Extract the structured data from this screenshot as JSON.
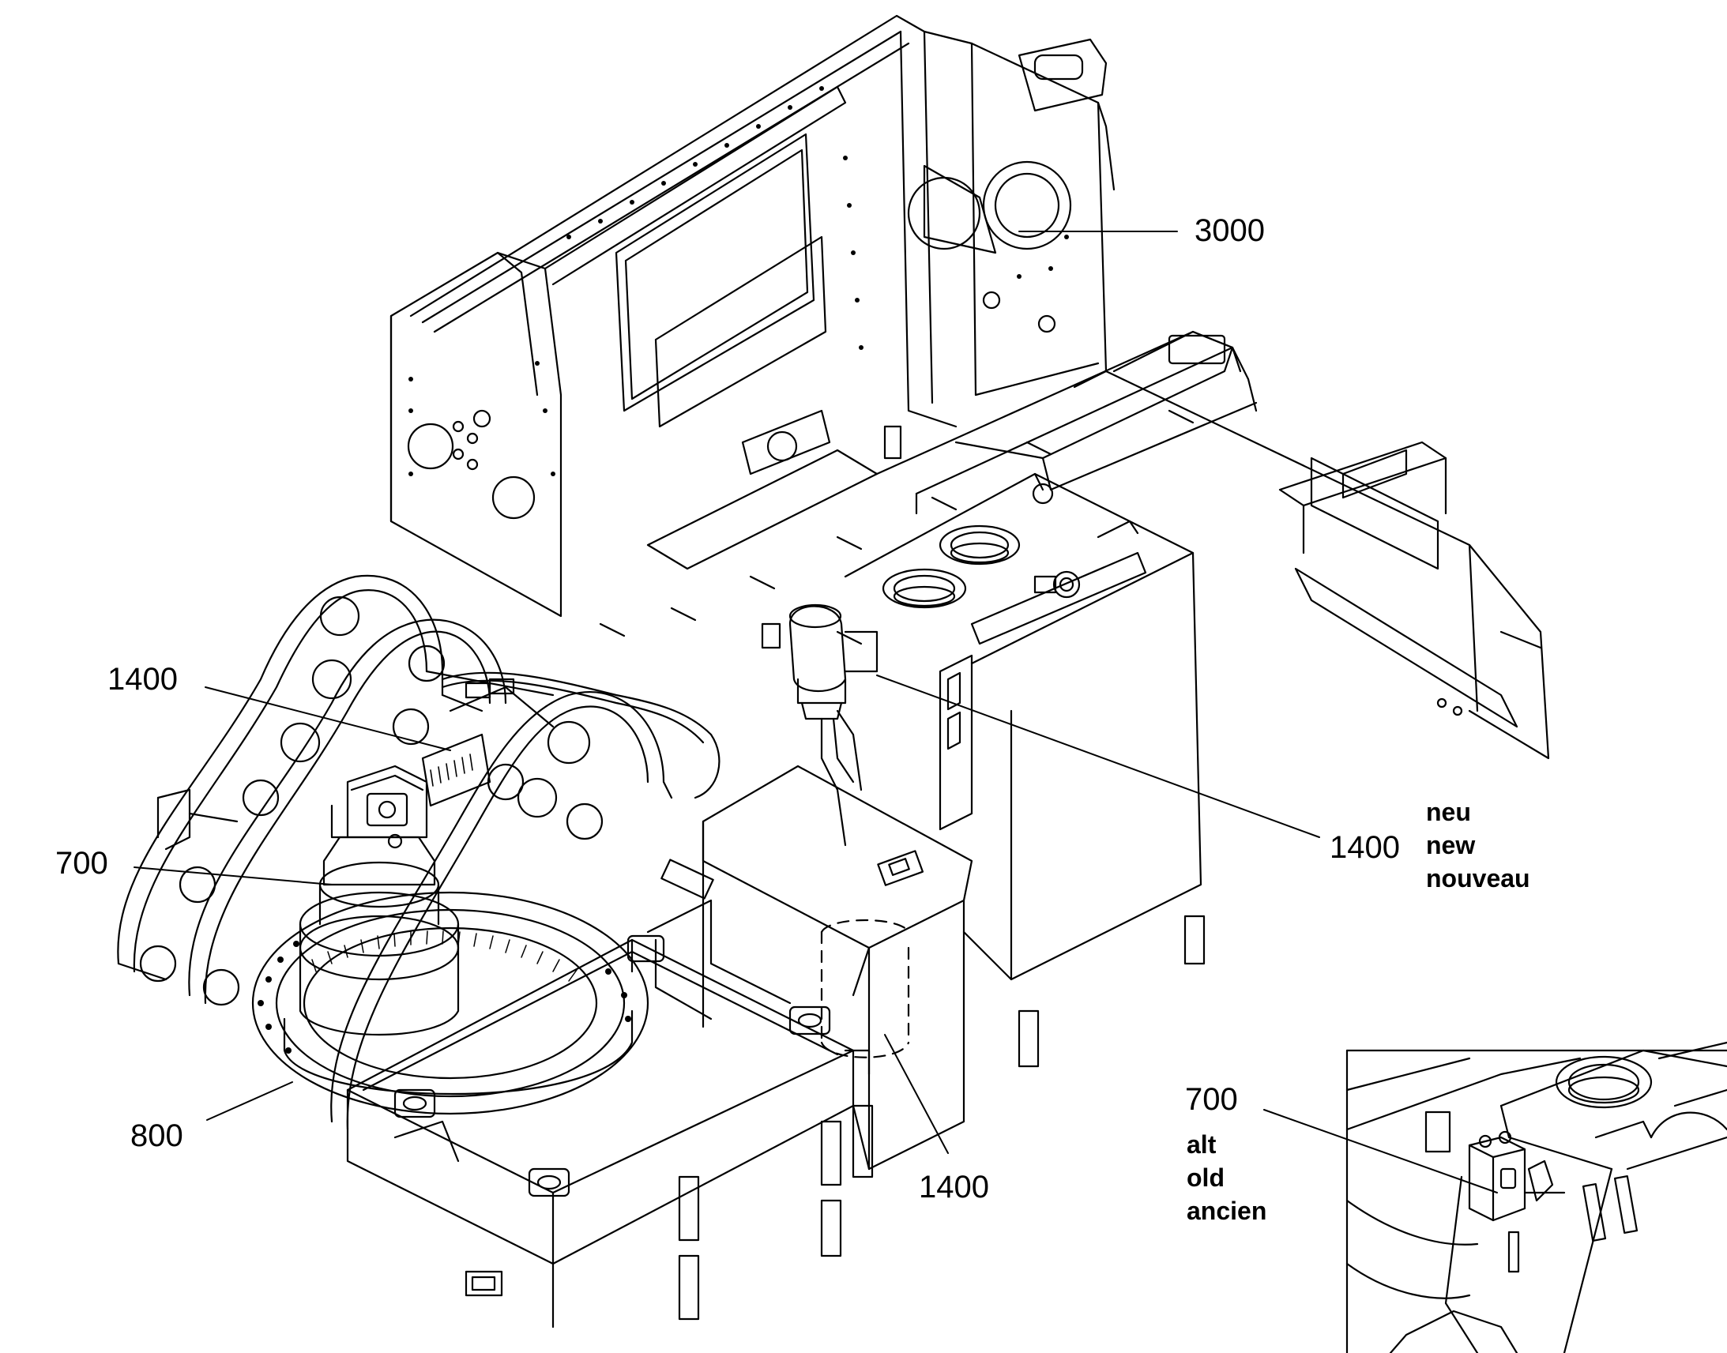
{
  "callouts": [
    {
      "id": "3000",
      "label": "3000"
    },
    {
      "id": "1400-upper",
      "label": "1400"
    },
    {
      "id": "1400-new",
      "label": "1400"
    },
    {
      "id": "700-main",
      "label": "700"
    },
    {
      "id": "800",
      "label": "800"
    },
    {
      "id": "1400-lower",
      "label": "1400"
    },
    {
      "id": "700-inset",
      "label": "700"
    }
  ],
  "notes": {
    "new": [
      "neu",
      "new",
      "nouveau"
    ],
    "old": [
      "alt",
      "old",
      "ancien"
    ]
  },
  "colors": {
    "line": "#000000",
    "background": "#ffffff"
  }
}
